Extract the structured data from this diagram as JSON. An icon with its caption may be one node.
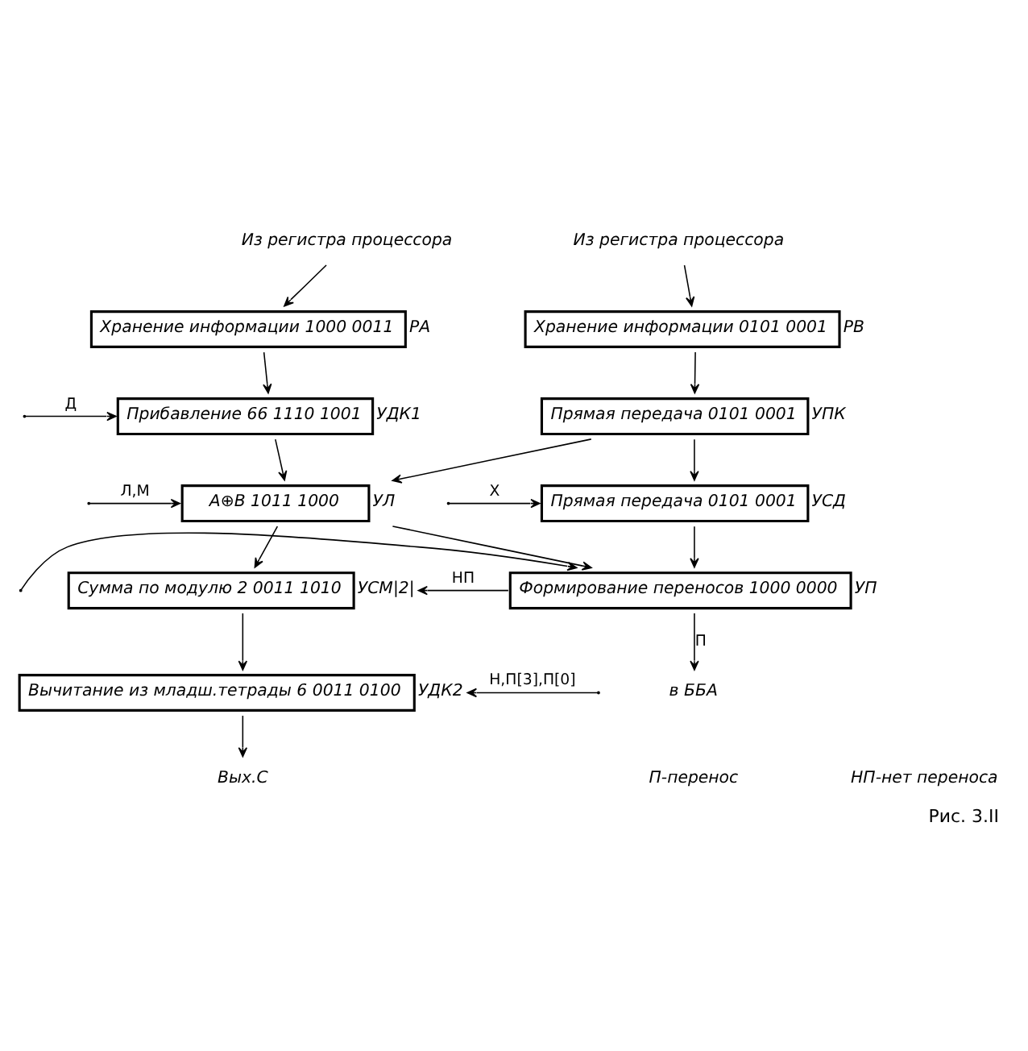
{
  "diagram": {
    "caption": "Рис. 3.II",
    "nodes": [
      {
        "text": [
          "Из регистра процессора"
        ]
      },
      {
        "text": [
          "Хранение информации 1000 0011"
        ],
        "beside": [
          "РА"
        ]
      },
      {
        "text": [
          "Прибавление 66 1110 1001"
        ],
        "beside": [
          "УДК1"
        ]
      },
      {
        "text": [
          "A⊕B 1011 1000"
        ],
        "beside": [
          "УЛ"
        ]
      },
      {
        "text": [
          "Сумма по модулю 2 0011 1010"
        ],
        "beside": [
          "УСМ|2|"
        ]
      },
      {
        "text": [
          "Вычитание из младш.тетрады 6 0011 0100"
        ],
        "beside": [
          "УДК2"
        ]
      },
      {
        "text": [
          "Вых.С"
        ]
      },
      {
        "text": [
          "Из регистра процессора"
        ]
      },
      {
        "text": [
          "Хранение информации 0101 0001"
        ],
        "beside": [
          "РВ"
        ]
      },
      {
        "text": [
          "Прямая передача 0101 0001"
        ],
        "beside": [
          "УПК"
        ]
      },
      {
        "text": [
          "Прямая передача 0101 0001"
        ],
        "beside": [
          "УСД"
        ]
      },
      {
        "text": [
          "Формирование переносов 1000 0000"
        ],
        "beside": [
          "УП"
        ]
      },
      {
        "text": [
          "в ББА"
        ]
      }
    ],
    "edges": [
      {
        "from": 0,
        "to": 1,
        "arrow": "to"
      },
      {
        "from": 1,
        "to": 2,
        "arrow": "to"
      },
      {
        "from": null,
        "to": 2,
        "arrow": "to",
        "label": "Д"
      },
      {
        "from": 2,
        "to": 3,
        "arrow": "to"
      },
      {
        "from": 9,
        "to": 3,
        "arrow": "to"
      },
      {
        "from": null,
        "to": 3,
        "arrow": "to",
        "label": "Л,М"
      },
      {
        "from": 7,
        "to": 8,
        "arrow": "to"
      },
      {
        "from": 8,
        "to": 9,
        "arrow": "to"
      },
      {
        "from": 9,
        "to": 10,
        "arrow": "to"
      },
      {
        "from": null,
        "to": 10,
        "arrow": "to",
        "label": "Х"
      },
      {
        "from": 3,
        "to": 4,
        "arrow": "to"
      },
      {
        "from": 3,
        "to": 11,
        "arrow": "to"
      },
      {
        "from": 10,
        "to": 11,
        "arrow": "to"
      },
      {
        "from": 11,
        "to": 4,
        "arrow": "to",
        "label": "НП"
      },
      {
        "from": 11,
        "to": 12,
        "arrow": "to",
        "label": "П"
      },
      {
        "from": null,
        "to": 11,
        "arrow": "to"
      },
      {
        "from": 4,
        "to": 5,
        "arrow": "to"
      },
      {
        "from": null,
        "to": 5,
        "arrow": "to",
        "label": "Н,П[3],П[0]"
      },
      {
        "from": 5,
        "to": 6,
        "arrow": "to"
      }
    ],
    "labels": [
      "П-перенос",
      "НП-нет переноса"
    ]
  }
}
